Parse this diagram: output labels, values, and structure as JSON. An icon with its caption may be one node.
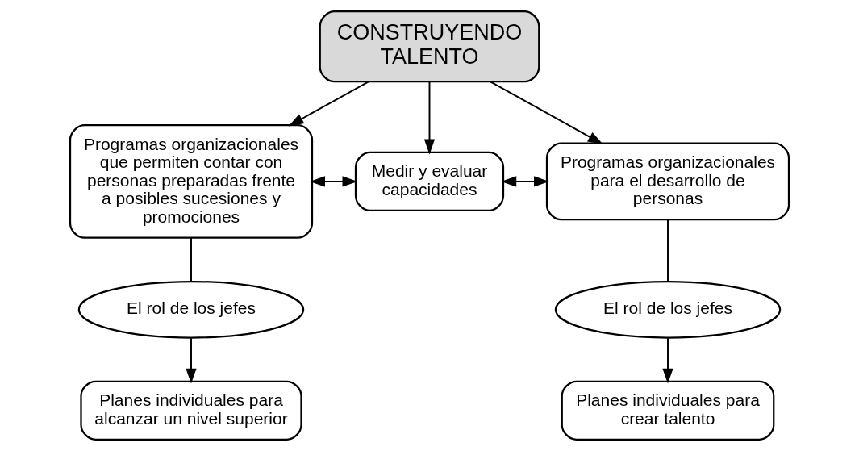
{
  "diagram": {
    "nodes": [
      {
        "text": [
          "CONSTRUYENDO TALENTO"
        ]
      },
      {
        "text": [
          "Programas organizacionales que permiten contar con personas preparadas frente a posibles sucesiones y promociones"
        ]
      },
      {
        "text": [
          "Medir y evaluar capacidades"
        ]
      },
      {
        "text": [
          "Programas organizacionales para el desarrollo de personas"
        ]
      },
      {
        "text": [
          "El rol de los jefes"
        ]
      },
      {
        "text": [
          "El rol de los jefes"
        ]
      },
      {
        "text": [
          "Planes individuales para alcanzar un nivel superior"
        ]
      },
      {
        "text": [
          "Planes individuales para crear talento"
        ]
      }
    ],
    "edges": [
      {
        "from": 0,
        "to": 1,
        "arrow": "to"
      },
      {
        "from": 0,
        "to": 2,
        "arrow": "to"
      },
      {
        "from": 0,
        "to": 3,
        "arrow": "to"
      },
      {
        "from": 1,
        "to": 2,
        "arrow": "both"
      },
      {
        "from": 3,
        "to": 2,
        "arrow": "both"
      },
      {
        "from": 1,
        "to": 4,
        "arrow": "none"
      },
      {
        "from": 4,
        "to": 6,
        "arrow": "to"
      },
      {
        "from": 3,
        "to": 5,
        "arrow": "none"
      },
      {
        "from": 5,
        "to": 7,
        "arrow": "to"
      }
    ]
  }
}
